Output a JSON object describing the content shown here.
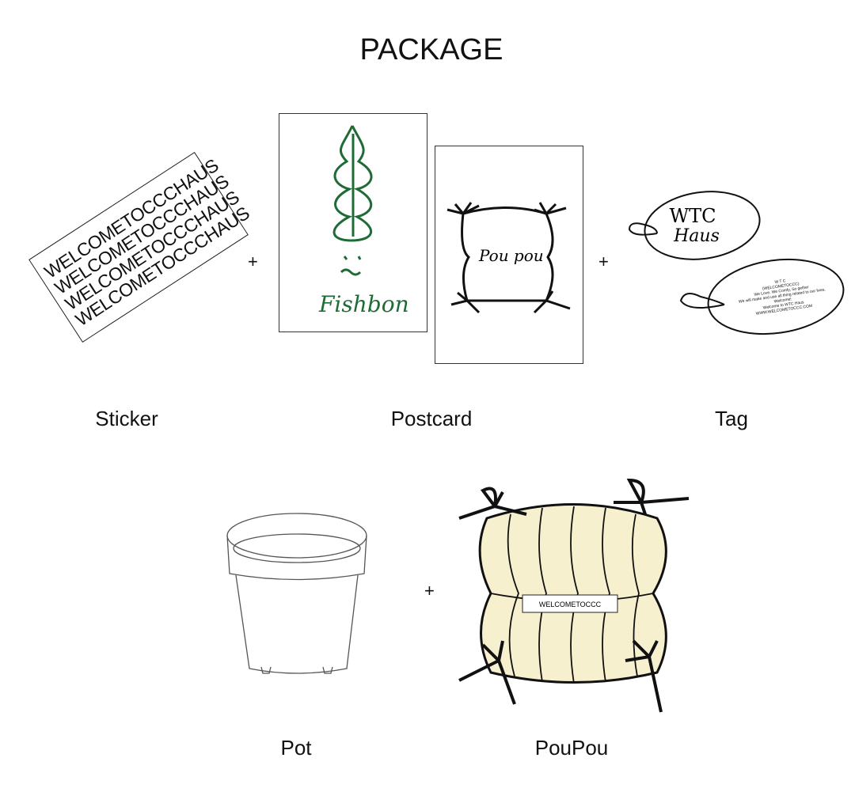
{
  "title": "PACKAGE",
  "items": {
    "sticker": {
      "label": "Sticker",
      "lines": [
        "WELCOMETOCCCHAUS",
        "WELCOMETOCCCHAUS",
        "WELCOMETOCCCHAUS",
        "WELCOMETOCCCHAUS"
      ]
    },
    "postcard": {
      "label": "Postcard",
      "card1_text": "Fishbon",
      "card2_text": "Pou pou"
    },
    "tag": {
      "label": "Tag",
      "front_line1": "WTC",
      "front_line2": "Haus",
      "back_lines": [
        "W T C",
        "(WELCOMETOCCC)",
        "We Love, We Comfy, So gether",
        "We will make and use all thing related to our lives.",
        "Welcome!",
        "Welcome to WTC Haus",
        "WWW.WELCOMETOCCC.COM"
      ]
    },
    "pot": {
      "label": "Pot"
    },
    "poupou": {
      "label": "PouPou",
      "badge": "WELCOMETOCCC"
    }
  },
  "plus": "+",
  "colors": {
    "green": "#1f6b35",
    "cream": "#f7f0cf"
  }
}
